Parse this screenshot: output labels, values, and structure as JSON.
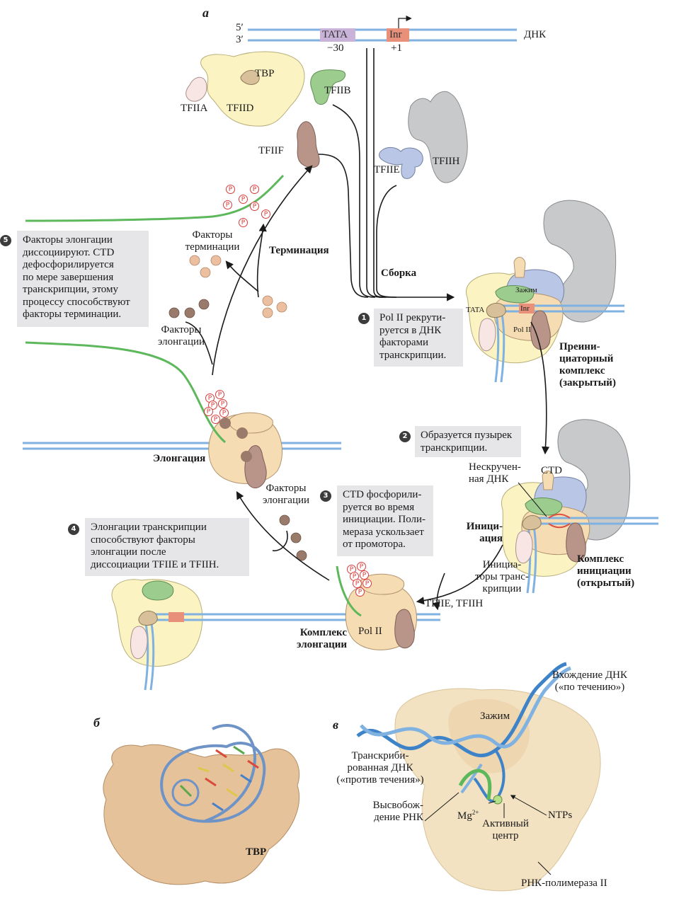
{
  "panels": {
    "a": "а",
    "b": "б",
    "v": "в"
  },
  "dna": {
    "five": "5′",
    "three": "3′",
    "tata": "TATA",
    "inr": "Inr",
    "pos_tata": "−30",
    "pos_inr": "+1",
    "label": "ДНК"
  },
  "factors": {
    "tbp": "TBP",
    "tfiia": "TFIIA",
    "tfiid": "TFIID",
    "tfiib": "TFIIB",
    "tfiif": "TFIIF",
    "tfiie": "TFIIE",
    "tfiih": "TFIIH"
  },
  "stages": {
    "assembly": "Сборка",
    "termination": "Терминация",
    "elongation": "Элонгация",
    "initiation": "Иници-\nация",
    "closed_complex": "Преини-\nциаторный\nкомплекс\n(закрытый)",
    "open_complex": "Комплекс\nинициации\n(открытый)",
    "elongation_complex": "Комплекс\nэлонгации"
  },
  "labels": {
    "clamp": "Зажим",
    "tata_small": "TATA",
    "inr_small": "Inr",
    "pol2_small": "Pol II",
    "termination_factors": "Факторы\nтерминации",
    "elongation_factors_top": "Факторы\nэлонгации",
    "elongation_factors_mid": "Факторы\nэлонгации",
    "unwound_dna": "Нескручен-\nная ДНК",
    "ctd": "CTD",
    "initiation_factors": "Инициа-\nторы транс-\nкрипции",
    "tfiie_tfiih": "TFIIE, TFIIH",
    "pol2": "Pol II",
    "phospho": "P"
  },
  "steps": [
    {
      "num": "1",
      "text": "Pol II рекрути-\nруется в ДНК\nфакторами\nтранскрипции."
    },
    {
      "num": "2",
      "text": "Образуется пузырек\nтранскрипции."
    },
    {
      "num": "3",
      "text": "CTD фосфорили-\nруется во время\nинициации. Поли-\nмераза ускользает\nот промотора."
    },
    {
      "num": "4",
      "text": "Элонгации транскрипции\nспособствуют факторы\nэлонгации после\nдиссоциации TFIIE и TFIIH."
    },
    {
      "num": "5",
      "text": "Факторы элонгации\nдиссоциируют. CTD\nдефосфорилируется\nпо мере завершения\nтранскрипции, этому\nпроцессу способствуют\nфакторы терминации."
    }
  ],
  "panel_b": {
    "tbp": "TBP"
  },
  "panel_v": {
    "dna_entry": "Вхождение ДНК\n(«по течению»)",
    "clamp": "Зажим",
    "transcribed_dna": "Транскриби-\nрованная ДНК\n(«против течения»)",
    "rna_release": "Высвобож-\nдение РНК",
    "mg": "Mg",
    "mg_sup": "2+",
    "active_center": "Активный\nцентр",
    "ntps": "NTPs",
    "pol2": "РНК-полимераза II"
  },
  "colors": {
    "dna": "#7fb2e0",
    "rna": "#5db85c",
    "tfiid": "#fbf3c2",
    "pol2": "#f6dcb2",
    "tfiih": "#c8c9cb",
    "tfiie": "#b9c6e6",
    "tfiib": "#9ccc8e",
    "tfiif": "#b99489",
    "tata": "#c9b3d9",
    "inr": "#e8907a"
  }
}
